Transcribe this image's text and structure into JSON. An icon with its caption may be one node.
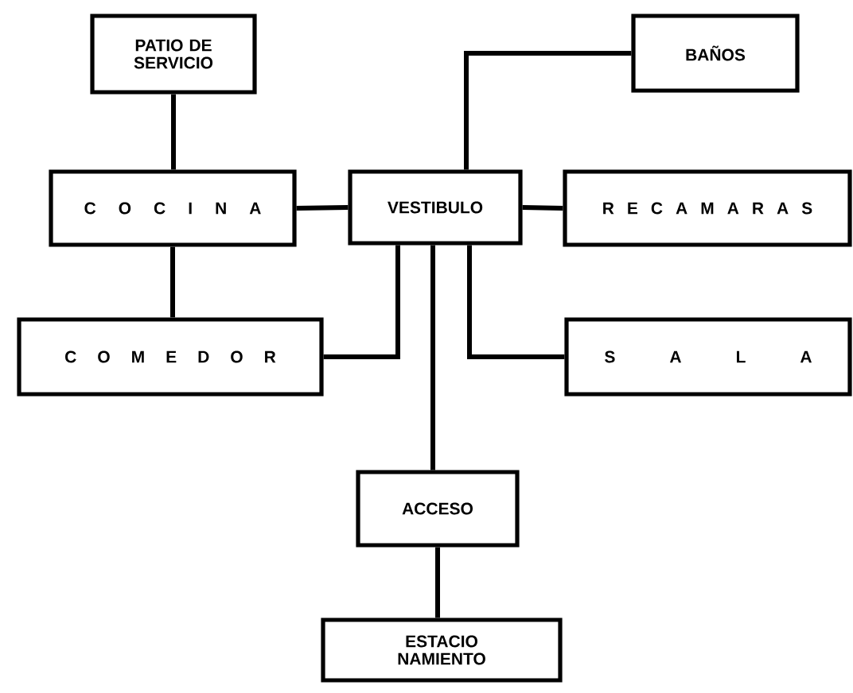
{
  "diagram": {
    "nodes": [
      {
        "text": [
          "PATIO DE SERVICIO"
        ]
      },
      {
        "text": [
          "BAÑOS"
        ]
      },
      {
        "text": [
          "C O C I N A"
        ]
      },
      {
        "text": [
          "VESTIBULO"
        ]
      },
      {
        "text": [
          "R E C A M A R A S"
        ]
      },
      {
        "text": [
          "C O M E D O R"
        ]
      },
      {
        "text": [
          "S A L A"
        ]
      },
      {
        "text": [
          "ACCESO"
        ]
      },
      {
        "text": [
          "ESTACIO NAMIENTO"
        ]
      }
    ],
    "edges": [
      {
        "from": 0,
        "to": 2,
        "arrow": "none"
      },
      {
        "from": 2,
        "to": 3,
        "arrow": "none"
      },
      {
        "from": 3,
        "to": 1,
        "arrow": "none"
      },
      {
        "from": 3,
        "to": 4,
        "arrow": "none"
      },
      {
        "from": 2,
        "to": 5,
        "arrow": "none"
      },
      {
        "from": 5,
        "to": 3,
        "arrow": "none"
      },
      {
        "from": 3,
        "to": 6,
        "arrow": "none"
      },
      {
        "from": 3,
        "to": 7,
        "arrow": "none"
      },
      {
        "from": 7,
        "to": 8,
        "arrow": "none"
      }
    ]
  }
}
